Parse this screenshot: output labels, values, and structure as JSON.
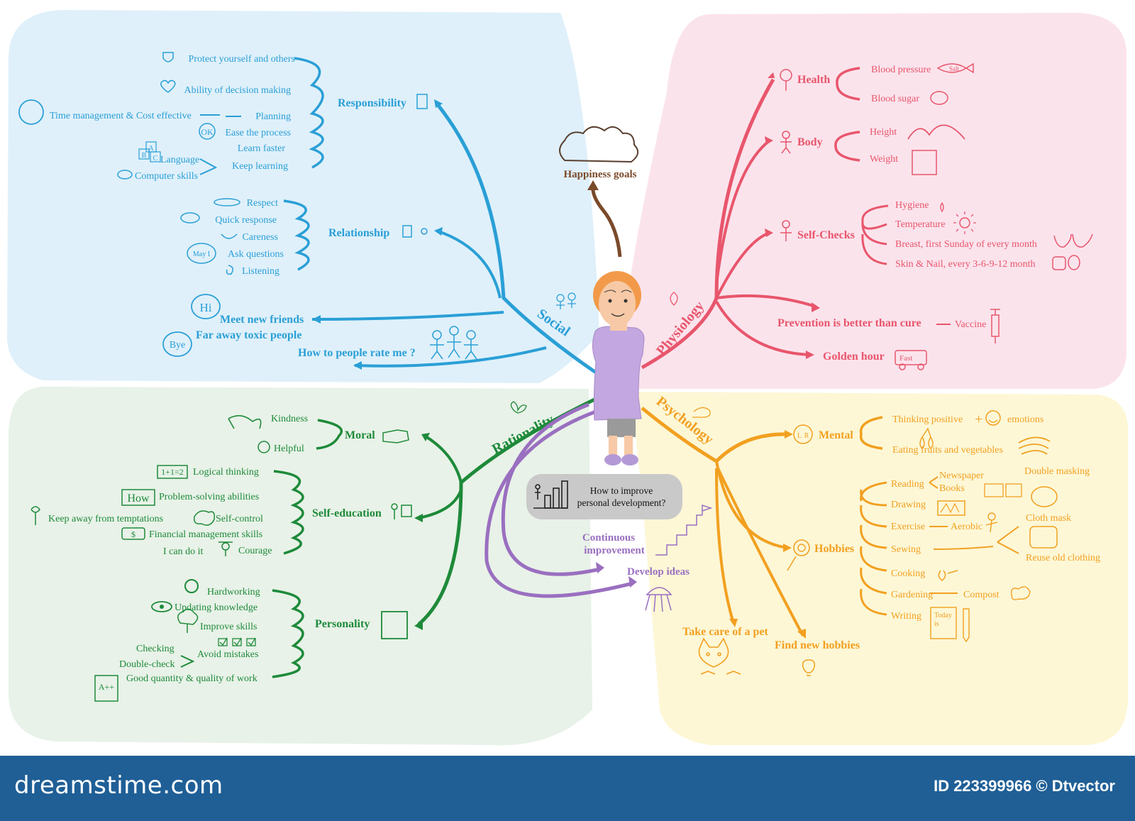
{
  "center": {
    "question_line1": "How to improve",
    "question_line2": "personal development?",
    "happiness": "Happiness goals",
    "continuous_line1": "Continuous",
    "continuous_line2": "improvement",
    "develop": "Develop ideas"
  },
  "social": {
    "title": "Social",
    "responsibility": {
      "label": "Responsibility",
      "items": [
        "Protect yourself and others",
        "Ability of decision making",
        "Planning",
        "Ease the process",
        "Learn faster",
        "Keep learning"
      ],
      "extras": [
        "Time management & Cost effective",
        "Language",
        "Computer skills"
      ],
      "icon_texts": [
        "OK",
        "A",
        "B",
        "C"
      ]
    },
    "relationship": {
      "label": "Relationship",
      "items": [
        "Respect",
        "Quick response",
        "Careness",
        "Ask questions",
        "Listening"
      ],
      "icon_texts": [
        "May I"
      ]
    },
    "meet": "Meet new friends",
    "toxic": "Far away toxic people",
    "rate": "How to people rate me ?",
    "bubbles": [
      "Hi",
      "Bye"
    ]
  },
  "physiology": {
    "title": "Physiology",
    "health": {
      "label": "Health",
      "items": [
        "Blood pressure",
        "Blood sugar"
      ],
      "icon_texts": [
        "Salt"
      ]
    },
    "body": {
      "label": "Body",
      "items": [
        "Height",
        "Weight"
      ]
    },
    "selfchecks": {
      "label": "Self-Checks",
      "items": [
        "Hygiene",
        "Temperature",
        "Breast, first Sunday of every month",
        "Skin & Nail, every 3-6-9-12 month"
      ]
    },
    "prevention": "Prevention is better than cure",
    "vaccine": "Vaccine",
    "golden": "Golden hour",
    "fast": "Fast"
  },
  "rationality": {
    "title": "Rationality",
    "moral": {
      "label": "Moral",
      "items": [
        "Kindness",
        "Helpful"
      ]
    },
    "selfedu": {
      "label": "Self-education",
      "items": [
        "Logical thinking",
        "Problem-solving abilities",
        "Self-control",
        "Financial management skills",
        "Courage"
      ],
      "extras": [
        "Keep away from temptations",
        "I can do it"
      ],
      "icon_texts": [
        "1+1=2",
        "How",
        "$"
      ]
    },
    "personality": {
      "label": "Personality",
      "items": [
        "Hardworking",
        "Updating knowledge",
        "Improve skills",
        "Avoid mistakes",
        "Good quantity & quality of work"
      ],
      "extras": [
        "Checking",
        "Double-check"
      ],
      "icon_texts": [
        "A++"
      ]
    }
  },
  "psychology": {
    "title": "Psychology",
    "mental": {
      "label": "Mental",
      "items": [
        "Thinking positive",
        "emotions",
        "Eating fruits and vegetables"
      ],
      "icon_texts": [
        "L",
        "R"
      ]
    },
    "hobbies": {
      "label": "Hobbies",
      "items": [
        "Reading",
        "Drawing",
        "Exercise",
        "Sewing",
        "Cooking",
        "Gardening",
        "Writing"
      ],
      "extras": [
        "Newspaper",
        "Books",
        "Double masking",
        "Aerobic",
        "Cloth mask",
        "Reuse old clothing",
        "Compost"
      ],
      "icon_texts": [
        "Today",
        "is"
      ]
    },
    "pet": "Take care of a pet",
    "find": "Find new hobbies"
  },
  "footer": {
    "logo": "dreamstime.com",
    "credit": "ID 223399966 © Dtvector"
  },
  "colors": {
    "social": "#2a9fd6",
    "physiology": "#e8566c",
    "rationality": "#1e8a3a",
    "psychology": "#f2a020",
    "center": "#9a6fc0",
    "brown": "#7a4a2a"
  }
}
